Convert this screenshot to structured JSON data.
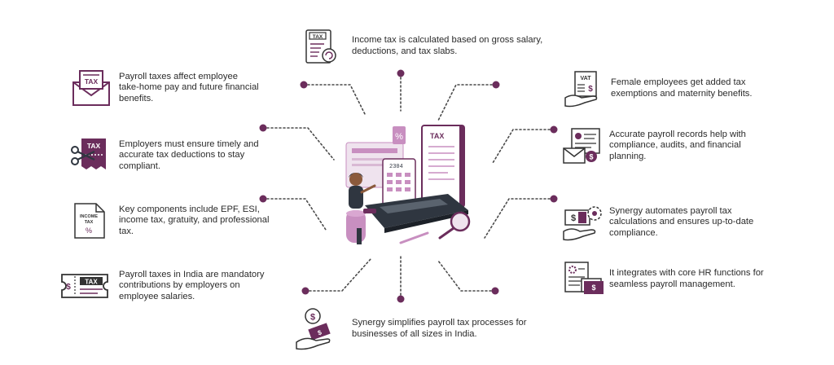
{
  "colors": {
    "purple": "#6b2d5c",
    "dark": "#2f3640",
    "light_purple": "#c88fc0",
    "pale": "#efe3ee"
  },
  "items": [
    {
      "id": "top",
      "icon": "tax-document-icon",
      "text": "Income tax is calculated based on gross salary, deductions, and tax slabs."
    },
    {
      "id": "l1",
      "icon": "tax-envelope-icon",
      "text": "Payroll taxes affect employee take-home pay and future financial benefits."
    },
    {
      "id": "l2",
      "icon": "tax-scissors-icon",
      "text": "Employers must ensure timely and accurate tax deductions to stay compliant."
    },
    {
      "id": "l3",
      "icon": "income-tax-document-icon",
      "text": "Key components include EPF, ESI, income tax, gratuity, and professional tax."
    },
    {
      "id": "l4",
      "icon": "tax-ticket-icon",
      "text": "Payroll taxes in India are mandatory contributions by employers on employee salaries."
    },
    {
      "id": "bottom",
      "icon": "money-hand-icon",
      "text": "Synergy simplifies payroll tax processes for businesses of all sizes in India."
    },
    {
      "id": "r1",
      "icon": "vat-hand-icon",
      "text": "Female employees get added tax exemptions and maternity benefits."
    },
    {
      "id": "r2",
      "icon": "payroll-records-icon",
      "text": "Accurate payroll records help with compliance, audits, and financial planning."
    },
    {
      "id": "r3",
      "icon": "automation-money-icon",
      "text": "Synergy automates payroll tax calculations and ensures up-to-date compliance."
    },
    {
      "id": "r4",
      "icon": "hr-integration-icon",
      "text": "It integrates with core HR functions for seamless payroll management."
    }
  ],
  "hero": {
    "tax_label": "TAX",
    "calc_display": "2304"
  }
}
